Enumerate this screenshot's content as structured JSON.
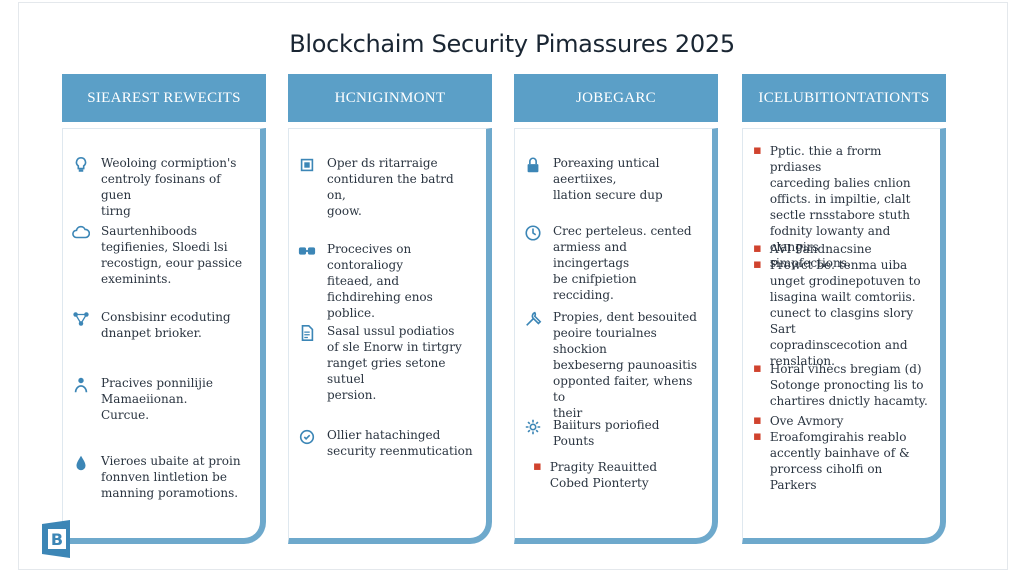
{
  "title": "Blockchaim Security Pimassures 2025",
  "columns": [
    {
      "header": "SIEAREST REWECITS",
      "items": [
        {
          "icon": "bulb-icon",
          "text": "Weoloing cormiption's\ncentroly fosinans of guen\ntirng"
        },
        {
          "icon": "cloud-icon",
          "text": "Saurtenhiboods\ntegifienies, Sloedi lsi\nrecostign, eour passice\nexeminints."
        },
        {
          "icon": "network-icon",
          "text": "Consbisinr ecoduting\ndnanpet brioker."
        },
        {
          "icon": "person-icon",
          "text": "Pracives ponnilijie\nMamaeiionan.\nCurcue."
        },
        {
          "icon": "drop-icon",
          "text": "Vieroes ubaite at proin\nfonnven lintletion be\nmanning poramotions."
        }
      ]
    },
    {
      "header": "HCNIGINMONT",
      "items": [
        {
          "icon": "chip-icon",
          "text": "Oper ds ritarraige\ncontiduren the batrd on,\ngoow."
        },
        {
          "icon": "link-icon",
          "text": "Procecives on contoraliogy\nfiteaed, and fichdirehing enos\npoblice."
        },
        {
          "icon": "document-icon",
          "text": "Sasal ussul podiatios\nof sle Enorw in tirtgry\nranget gries setone sutuel\npersion."
        },
        {
          "icon": "shield-icon",
          "text": "Ollier hatachinged\nsecurity reenmutication"
        }
      ]
    },
    {
      "header": "JOBEGARC",
      "items": [
        {
          "icon": "lock-icon",
          "text": "Poreaxing untical aeertiixes,\nllation secure dup"
        },
        {
          "icon": "clock-icon",
          "text": "Crec perteleus. cented\narmiess and incingertags\nbe cnifpietion\nrecciding."
        },
        {
          "icon": "wrench-icon",
          "text": "Propies, dent besouited\npeoire tourialnes shockion\nbexbeserng paunoasitis\nopponted faiter, whens to\ntheir"
        },
        {
          "icon": "gear-icon",
          "text": "Baiiturs poriofied\nPounts"
        }
      ],
      "bullets": [
        "Pragity Reauitted\nCobed Pionterty"
      ]
    },
    {
      "header": "ICELUBITIONTATIONTS",
      "bullets": [
        "Pptic. thie a frorm prdiases\ncarceding balies cnlion\nofficts. in impiltie, clalt\nsectle rnsstabore stuth\nfodnity lowanty and clangirs\nsimpfections.",
        "AVI Pandnacsine",
        "Prewct be. tenma uiba\nunget grodinepotuven to\nlisagina wailt comtoriis.\ncunect to clasgins slory Sart\ncopradinscecotion and\nrenslation.",
        "Horal vihecs bregiam (d)\nSotonge pronocting lis to\nchartires dnictly hacamty.",
        "Ove Avmory",
        "Eroafomgirahis reablo\naccently bainhave of &\nprorcess ciholfi on\nParkers"
      ]
    }
  ],
  "logo_letter": "B"
}
